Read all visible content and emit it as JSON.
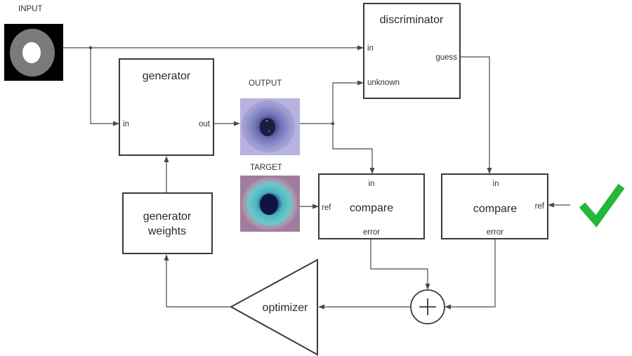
{
  "captions": {
    "input": "INPUT",
    "output": "OUTPUT",
    "target": "TARGET"
  },
  "discriminator": {
    "title": "discriminator",
    "port_in": "in",
    "port_unknown": "unknown",
    "port_guess": "guess"
  },
  "generator": {
    "title": "generator",
    "port_in": "in",
    "port_out": "out"
  },
  "generator_weights": {
    "title_line1": "generator",
    "title_line2": "weights"
  },
  "compare_left": {
    "title": "compare",
    "port_in": "in",
    "port_ref": "ref",
    "port_error": "error"
  },
  "compare_right": {
    "title": "compare",
    "port_in": "in",
    "port_ref": "ref",
    "port_error": "error"
  },
  "optimizer": {
    "title": "optimizer"
  },
  "icons": {
    "sum_node": "plus-circle-icon",
    "checkmark": "checkmark-icon",
    "checkmark_color": "#22b83a"
  },
  "colors": {
    "line": "#4a4a4a",
    "box_border": "#3a3a3a"
  }
}
